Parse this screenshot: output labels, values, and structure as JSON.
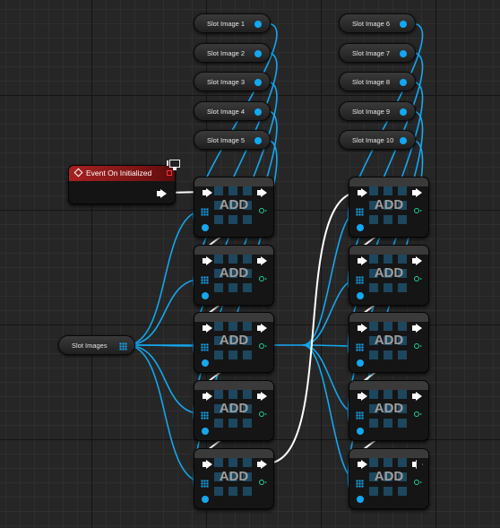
{
  "graph": {
    "event_node": {
      "title": "Event On Initialized"
    },
    "variable_nodes_left": [
      "Slot Image 1",
      "Slot Image 2",
      "Slot Image 3",
      "Slot Image 4",
      "Slot Image 5"
    ],
    "variable_nodes_right": [
      "Slot Image 6",
      "Slot Image 7",
      "Slot Image 8",
      "Slot Image 9",
      "Slot Image 10"
    ],
    "array_node": {
      "label": "Slot Images"
    },
    "add_label": "ADD",
    "add_nodes_left_count": 5,
    "add_nodes_right_count": 5,
    "colors": {
      "object_wire": "#13a8f0",
      "exec_wire": "#ffffff",
      "event_header": "#a62121",
      "int_pin": "#1fd39a",
      "background": "#262626"
    }
  }
}
